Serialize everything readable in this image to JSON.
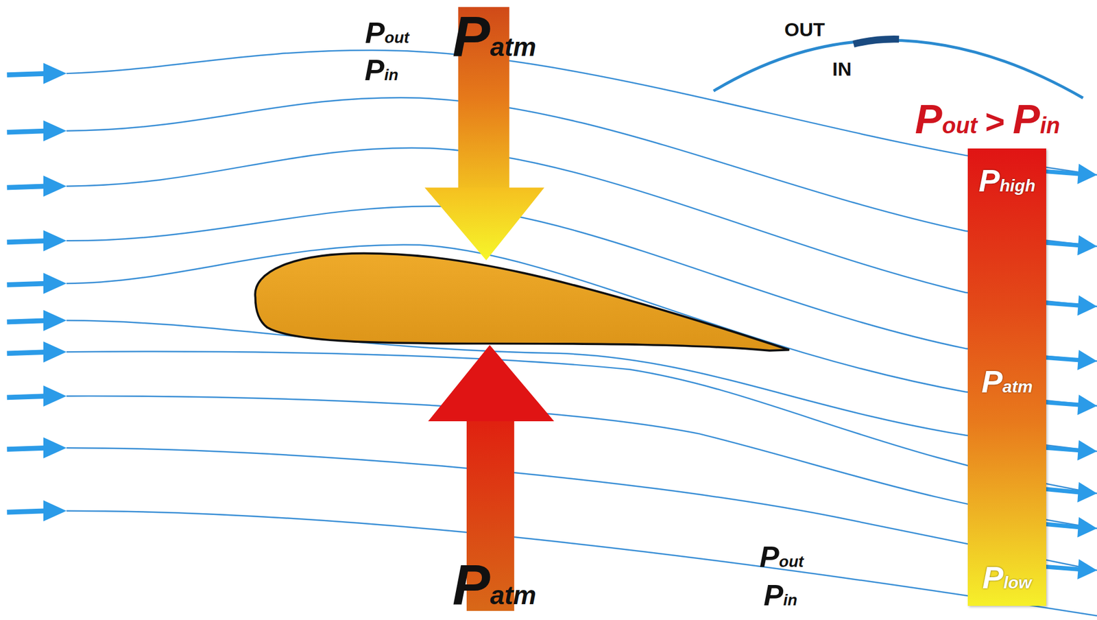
{
  "diagram": {
    "nodes": [
      {
        "text": [
          "Phigh",
          "Patm",
          "Plow"
        ]
      }
    ],
    "labels": [
      "Pout",
      "Pin",
      "Patm",
      "OUT",
      "IN",
      "Pout",
      ">",
      "Pin",
      "Patm",
      "Pout",
      "Pin"
    ]
  }
}
